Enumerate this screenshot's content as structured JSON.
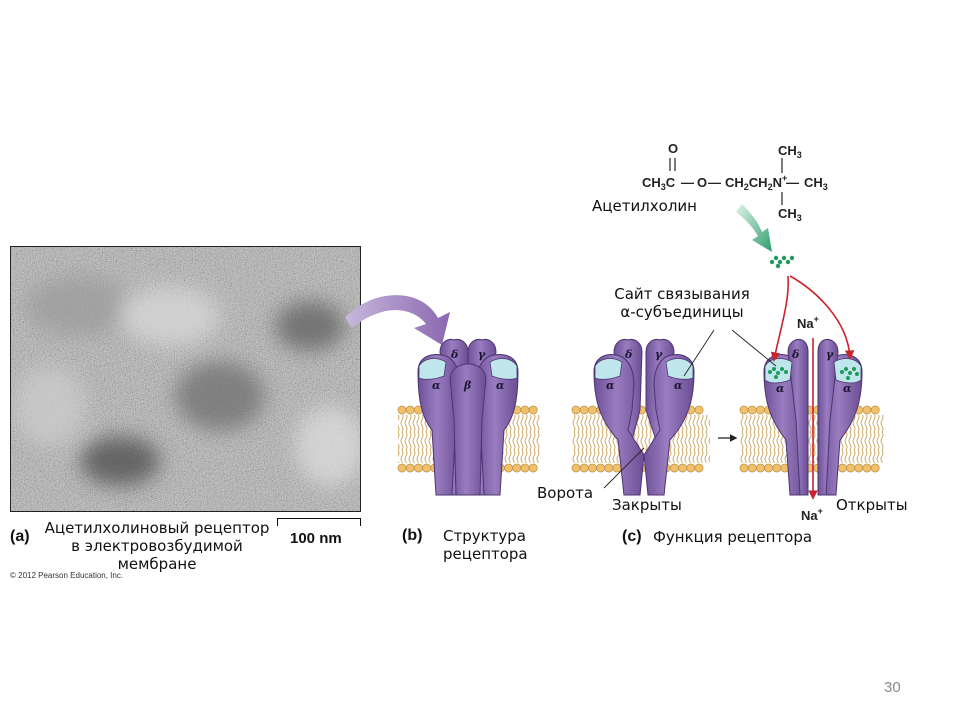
{
  "panel_a": {
    "letter": "(a)",
    "caption_line1": "Ацетилхолиновый рецептор",
    "caption_line2": "в электровозбудимой",
    "caption_line3": "мембране",
    "scale_label": "100 nm",
    "copyright": "© 2012 Pearson Education, Inc."
  },
  "panel_b": {
    "letter": "(b)",
    "caption_line1": "Структура",
    "caption_line2": "рецептора",
    "subunits": {
      "delta": "δ",
      "gamma": "γ",
      "alpha": "α",
      "beta": "β"
    }
  },
  "panel_c": {
    "letter": "(c)",
    "caption": "Функция рецептора",
    "binding_site_line1": "Сайт связывания",
    "binding_site_line2": "α-субъединицы",
    "gate_label": "Ворота",
    "closed_label": "Закрыты",
    "open_label": "Открыты",
    "ion_top": "Na",
    "ion_bottom": "Na",
    "ion_charge": "+"
  },
  "chemistry": {
    "name": "Ацетилхолин",
    "o_top": "O",
    "ch3_left": "CH",
    "ch3_left_sub": "3",
    "c": "C",
    "dash1": "—",
    "o_mid": "O",
    "dash2": "—",
    "ch2a": "CH",
    "ch2a_sub": "2",
    "ch2b": "CH",
    "ch2b_sub": "2",
    "n": "N",
    "n_charge": "+",
    "dash3": "—",
    "ch3_right": "CH",
    "ch3_right_sub": "3",
    "ch3_top": "CH",
    "ch3_top_sub": "3",
    "ch3_bottom": "CH",
    "ch3_bottom_sub": "3"
  },
  "colors": {
    "receptor": "#8a6aaa",
    "receptor_dark": "#5e4680",
    "binding_pocket": "#bfe6ea",
    "lipid_head": "#f0c06a",
    "arrow_purple": "#9a7cc0",
    "arrow_green": "#4fb08a",
    "ion_arrow": "#c8242c",
    "acetylcholine": "#1f9a5a"
  },
  "page_number": "30"
}
